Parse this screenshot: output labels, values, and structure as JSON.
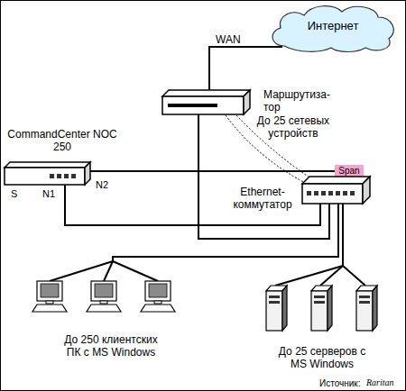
{
  "diagram": {
    "nodes": [
      {
        "text": [
          "Интернет"
        ]
      },
      {
        "text": [
          "Маршрутиза- тор"
        ]
      },
      {
        "text": [
          "CommandCenter NOC 250"
        ]
      },
      {
        "text": [
          "Span"
        ]
      },
      {
        "text": [
          "Ethernet- коммутатор"
        ]
      },
      {
        "text": [
          "До 250 клиентских ПК с MS Windows"
        ]
      },
      {
        "text": [
          "До 25 серверов с MS Windows"
        ]
      }
    ],
    "edges": [
      {
        "from": 1,
        "to": 0,
        "arrow": "none",
        "label": "WAN"
      },
      {
        "from": 2,
        "to": 3,
        "arrow": "none",
        "label": "N2"
      },
      {
        "from": 2,
        "to": 4,
        "arrow": "none",
        "label": "N1"
      },
      {
        "from": 1,
        "to": 4,
        "arrow": "none"
      },
      {
        "from": 4,
        "to": 5,
        "arrow": "none"
      },
      {
        "from": 4,
        "to": 6,
        "arrow": "none"
      }
    ],
    "labels": [
      "S",
      "До 25 сетевых устройств",
      "Источник:",
      "Raritan"
    ]
  }
}
